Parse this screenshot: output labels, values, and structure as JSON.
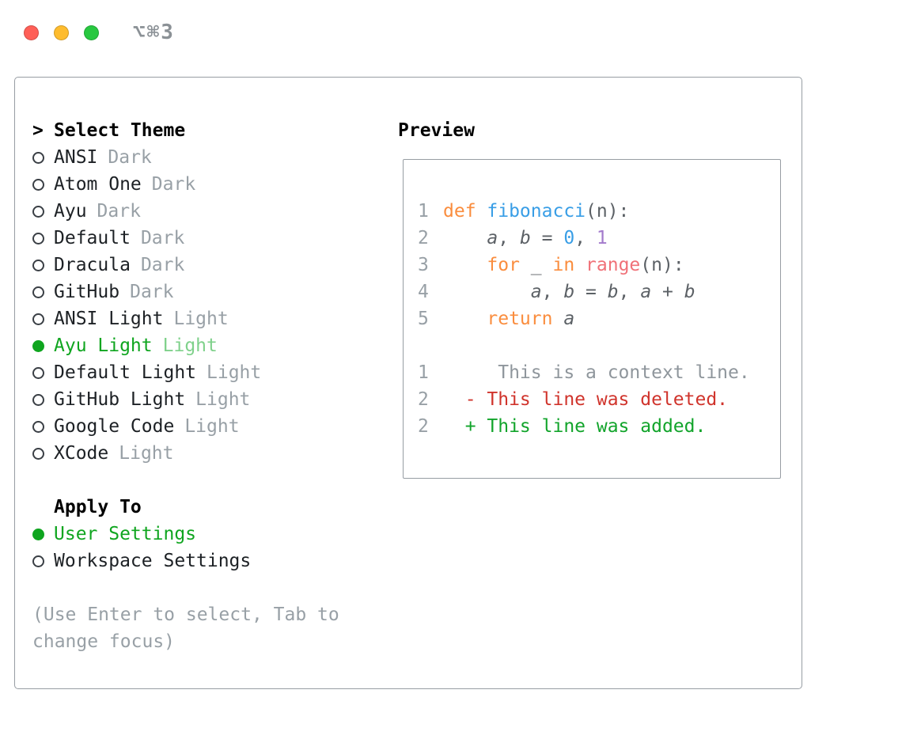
{
  "titlebar": {
    "shortcut": "⌥⌘3"
  },
  "colors": {
    "traffic_red": "#ff5f57",
    "traffic_yellow": "#febc2e",
    "traffic_green": "#28c840",
    "selected_green": "#0fa51f",
    "selected_green_light": "#7fd18b",
    "text": "#1d2125",
    "muted": "#98a0a6",
    "border": "#979da3",
    "radio": "#3a3f45"
  },
  "theme_list": {
    "cursor": ">",
    "title": "Select Theme",
    "items": [
      {
        "name": "ANSI",
        "variant": "Dark",
        "selected": false
      },
      {
        "name": "Atom One",
        "variant": "Dark",
        "selected": false
      },
      {
        "name": "Ayu",
        "variant": "Dark",
        "selected": false
      },
      {
        "name": "Default",
        "variant": "Dark",
        "selected": false
      },
      {
        "name": "Dracula",
        "variant": "Dark",
        "selected": false
      },
      {
        "name": "GitHub",
        "variant": "Dark",
        "selected": false
      },
      {
        "name": "ANSI Light",
        "variant": "Light",
        "selected": false
      },
      {
        "name": "Ayu Light",
        "variant": "Light",
        "selected": true
      },
      {
        "name": "Default Light",
        "variant": "Light",
        "selected": false
      },
      {
        "name": "GitHub Light",
        "variant": "Light",
        "selected": false
      },
      {
        "name": "Google Code",
        "variant": "Light",
        "selected": false
      },
      {
        "name": "XCode",
        "variant": "Light",
        "selected": false
      }
    ]
  },
  "apply_to": {
    "title": "Apply To",
    "options": [
      {
        "label": "User Settings",
        "selected": true
      },
      {
        "label": "Workspace Settings",
        "selected": false
      }
    ]
  },
  "hint": "(Use Enter to select, Tab to change focus)",
  "preview": {
    "title": "Preview",
    "syntax_colors": {
      "keyword": "#fa8d3e",
      "function": "#399ee6",
      "builtin": "#f07178",
      "number_blue": "#399ee6",
      "number_purple": "#a37acc",
      "plain": "#5c6166",
      "variable": "#5c6166",
      "context": "#8f969c",
      "deleted": "#d0342c",
      "added": "#12a42b"
    },
    "code_lines": [
      {
        "num": "1",
        "tokens": [
          {
            "t": "def ",
            "c": "keyword"
          },
          {
            "t": "fibonacci",
            "c": "function"
          },
          {
            "t": "(n):",
            "c": "plain"
          }
        ]
      },
      {
        "num": "2",
        "tokens": [
          {
            "t": "    ",
            "c": "plain"
          },
          {
            "t": "a",
            "c": "variable"
          },
          {
            "t": ", ",
            "c": "plain"
          },
          {
            "t": "b",
            "c": "variable"
          },
          {
            "t": " = ",
            "c": "plain"
          },
          {
            "t": "0",
            "c": "number_blue"
          },
          {
            "t": ", ",
            "c": "plain"
          },
          {
            "t": "1",
            "c": "number_purple"
          }
        ]
      },
      {
        "num": "3",
        "tokens": [
          {
            "t": "    ",
            "c": "plain"
          },
          {
            "t": "for",
            "c": "keyword"
          },
          {
            "t": " _ ",
            "c": "plain"
          },
          {
            "t": "in",
            "c": "keyword"
          },
          {
            "t": " ",
            "c": "plain"
          },
          {
            "t": "range",
            "c": "builtin"
          },
          {
            "t": "(n):",
            "c": "plain"
          }
        ]
      },
      {
        "num": "4",
        "tokens": [
          {
            "t": "        ",
            "c": "plain"
          },
          {
            "t": "a",
            "c": "variable"
          },
          {
            "t": ", ",
            "c": "plain"
          },
          {
            "t": "b",
            "c": "variable"
          },
          {
            "t": " = ",
            "c": "plain"
          },
          {
            "t": "b",
            "c": "variable"
          },
          {
            "t": ", ",
            "c": "plain"
          },
          {
            "t": "a",
            "c": "variable"
          },
          {
            "t": " + ",
            "c": "plain"
          },
          {
            "t": "b",
            "c": "variable"
          }
        ]
      },
      {
        "num": "5",
        "tokens": [
          {
            "t": "    ",
            "c": "plain"
          },
          {
            "t": "return",
            "c": "keyword"
          },
          {
            "t": " ",
            "c": "plain"
          },
          {
            "t": "a",
            "c": "variable"
          }
        ]
      }
    ],
    "diff_lines": [
      {
        "num": "1",
        "kind": "context",
        "text": "     This is a context line."
      },
      {
        "num": "2",
        "kind": "deleted",
        "text": "  - This line was deleted."
      },
      {
        "num": "2",
        "kind": "added",
        "text": "  + This line was added."
      }
    ]
  }
}
